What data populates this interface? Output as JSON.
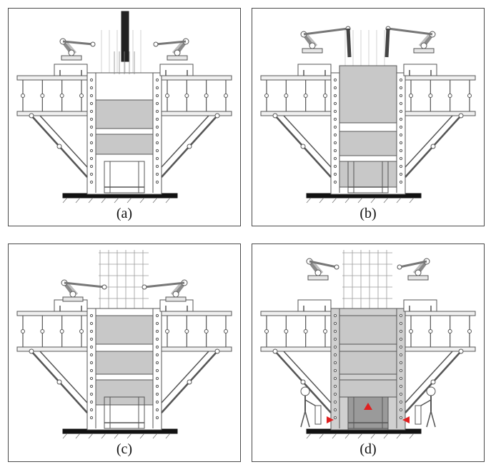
{
  "panels": [
    {
      "id": "a",
      "caption": "(a)"
    },
    {
      "id": "b",
      "caption": "(b)"
    },
    {
      "id": "c",
      "caption": "(c)"
    },
    {
      "id": "d",
      "caption": "(d)"
    }
  ],
  "colors": {
    "line": "#555555",
    "fill_gray": "#c8c8c8",
    "fill_dark": "#9a9a9a",
    "ground": "#111111",
    "arrow": "#e02020"
  }
}
